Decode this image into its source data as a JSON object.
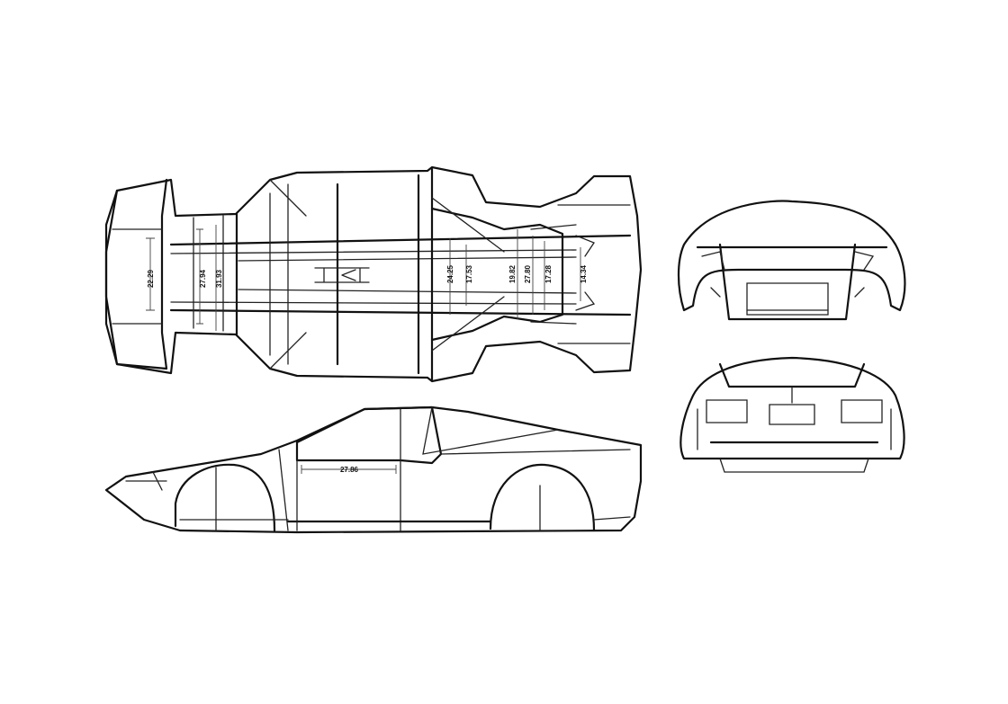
{
  "diagram": {
    "plan_view_dimensions": {
      "front_width": "22.29",
      "front_inner_a": "27.94",
      "front_inner_b": "31.93",
      "center_a": "24.25",
      "center_b": "17.53",
      "rear_a": "19.82",
      "rear_b": "27.80",
      "rear_c": "17.28",
      "rear_d": "14.34"
    },
    "side_view_dimensions": {
      "cabin_length": "27.86"
    }
  }
}
